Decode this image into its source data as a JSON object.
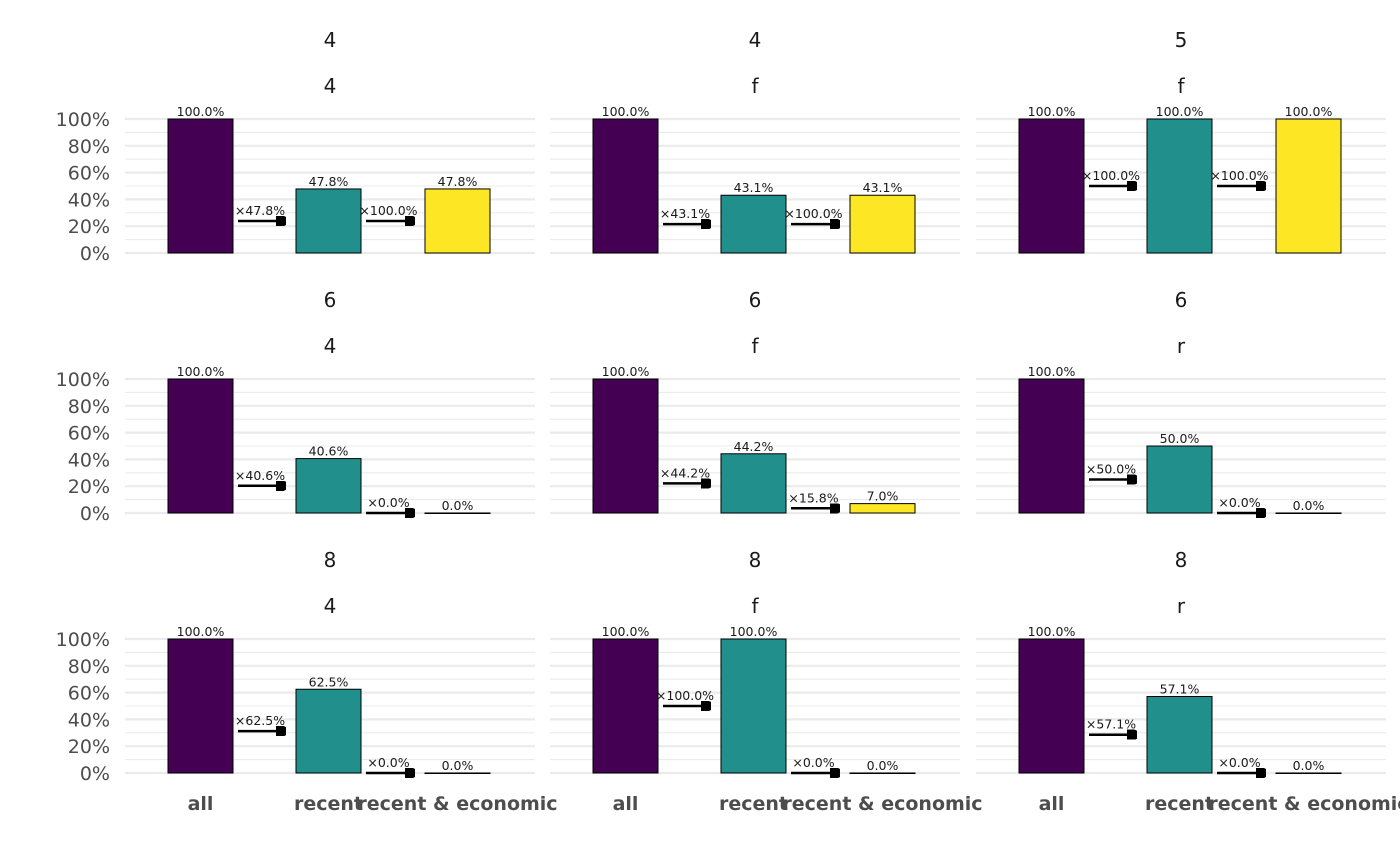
{
  "chart_data": {
    "type": "bar",
    "y_axis": {
      "ylim": [
        0,
        1
      ],
      "ticks": [
        "0%",
        "20%",
        "40%",
        "60%",
        "80%",
        "100%"
      ]
    },
    "categories": [
      "all",
      "recent",
      "recent & economic"
    ],
    "colors": [
      "#440154",
      "#21908C",
      "#FDE725"
    ],
    "grid": true,
    "panels": [
      {
        "strip_top": "4",
        "strip_bottom": "4",
        "values": [
          100.0,
          47.8,
          47.8
        ],
        "labels": [
          "100.0%",
          "47.8%",
          "47.8%"
        ],
        "multipliers": [
          "×47.8%",
          "×100.0%"
        ]
      },
      {
        "strip_top": "4",
        "strip_bottom": "f",
        "values": [
          100.0,
          43.1,
          43.1
        ],
        "labels": [
          "100.0%",
          "43.1%",
          "43.1%"
        ],
        "multipliers": [
          "×43.1%",
          "×100.0%"
        ]
      },
      {
        "strip_top": "5",
        "strip_bottom": "f",
        "values": [
          100.0,
          100.0,
          100.0
        ],
        "labels": [
          "100.0%",
          "100.0%",
          "100.0%"
        ],
        "multipliers": [
          "×100.0%",
          "×100.0%"
        ]
      },
      {
        "strip_top": "6",
        "strip_bottom": "4",
        "values": [
          100.0,
          40.6,
          0.0
        ],
        "labels": [
          "100.0%",
          "40.6%",
          "0.0%"
        ],
        "multipliers": [
          "×40.6%",
          "×0.0%"
        ]
      },
      {
        "strip_top": "6",
        "strip_bottom": "f",
        "values": [
          100.0,
          44.2,
          7.0
        ],
        "labels": [
          "100.0%",
          "44.2%",
          "7.0%"
        ],
        "multipliers": [
          "×44.2%",
          "×15.8%"
        ]
      },
      {
        "strip_top": "6",
        "strip_bottom": "r",
        "values": [
          100.0,
          50.0,
          0.0
        ],
        "labels": [
          "100.0%",
          "50.0%",
          "0.0%"
        ],
        "multipliers": [
          "×50.0%",
          "×0.0%"
        ]
      },
      {
        "strip_top": "8",
        "strip_bottom": "4",
        "values": [
          100.0,
          62.5,
          0.0
        ],
        "labels": [
          "100.0%",
          "62.5%",
          "0.0%"
        ],
        "multipliers": [
          "×62.5%",
          "×0.0%"
        ]
      },
      {
        "strip_top": "8",
        "strip_bottom": "f",
        "values": [
          100.0,
          100.0,
          0.0
        ],
        "labels": [
          "100.0%",
          "100.0%",
          "0.0%"
        ],
        "multipliers": [
          "×100.0%",
          "×0.0%"
        ]
      },
      {
        "strip_top": "8",
        "strip_bottom": "r",
        "values": [
          100.0,
          57.1,
          0.0
        ],
        "labels": [
          "100.0%",
          "57.1%",
          "0.0%"
        ],
        "multipliers": [
          "×57.1%",
          "×0.0%"
        ]
      }
    ]
  }
}
